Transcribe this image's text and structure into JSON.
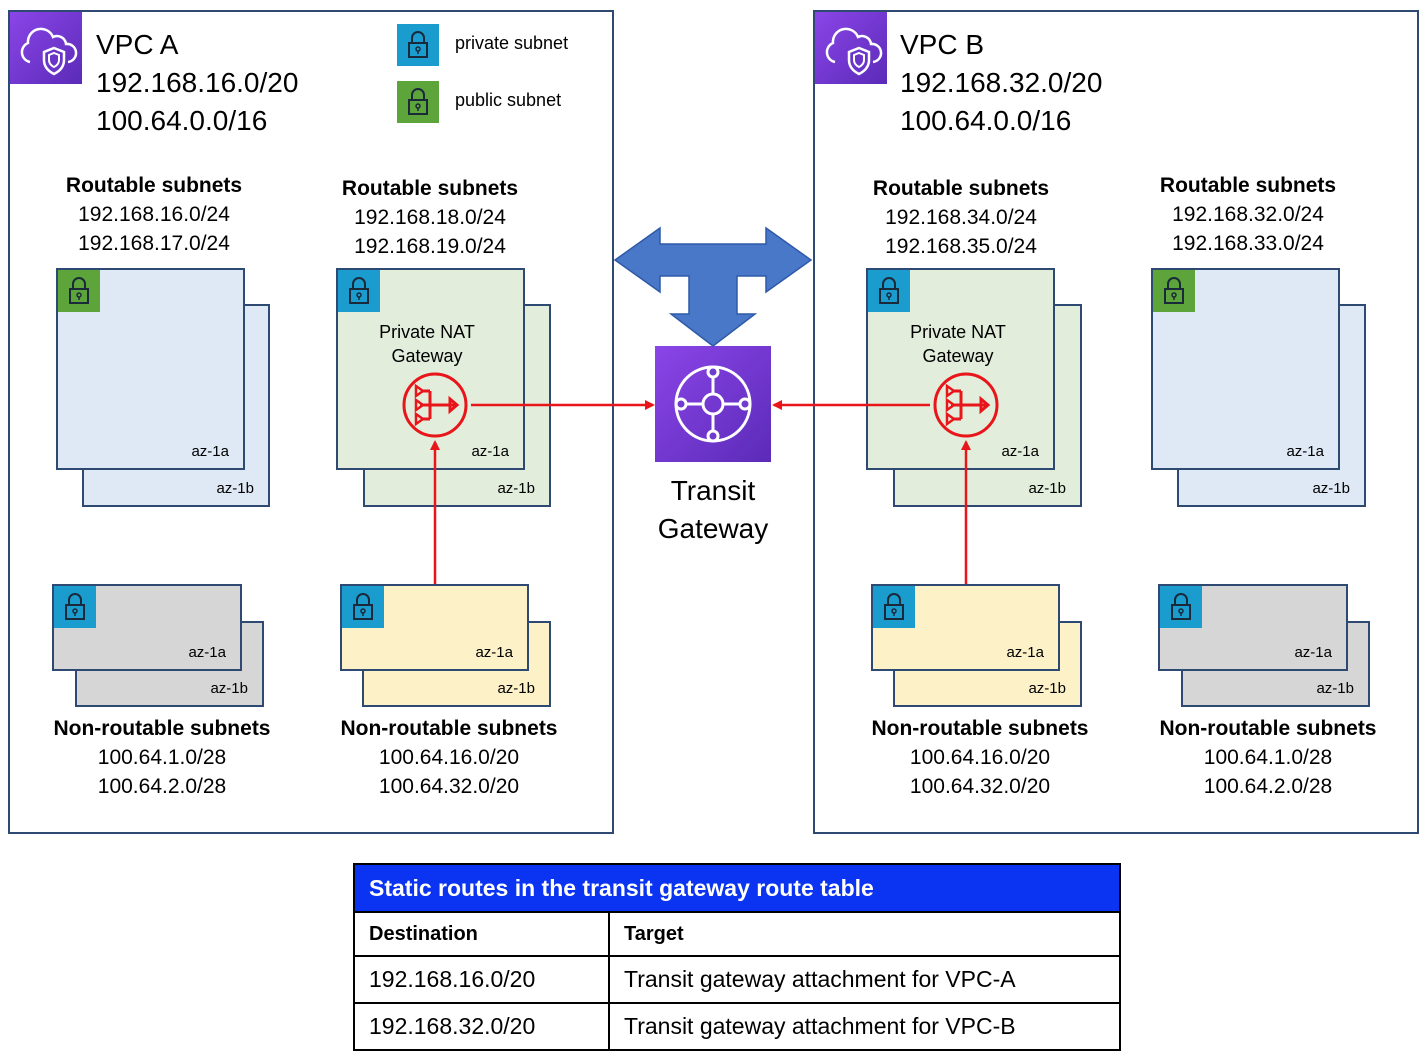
{
  "vpc_a": {
    "name": "VPC A",
    "cidr_primary": "192.168.16.0/20",
    "cidr_secondary": "100.64.0.0/16",
    "public_routable": {
      "title": "Routable subnets",
      "cidrs": [
        "192.168.16.0/24",
        "192.168.17.0/24"
      ]
    },
    "private_routable": {
      "title": "Routable subnets",
      "cidrs": [
        "192.168.18.0/24",
        "192.168.19.0/24"
      ]
    },
    "nonroutable_left": {
      "title": "Non-routable subnets",
      "cidrs": [
        "100.64.1.0/28",
        "100.64.2.0/28"
      ]
    },
    "nonroutable_right": {
      "title": "Non-routable subnets",
      "cidrs": [
        "100.64.16.0/20",
        "100.64.32.0/20"
      ]
    }
  },
  "vpc_b": {
    "name": "VPC B",
    "cidr_primary": "192.168.32.0/20",
    "cidr_secondary": "100.64.0.0/16",
    "private_routable": {
      "title": "Routable subnets",
      "cidrs": [
        "192.168.34.0/24",
        "192.168.35.0/24"
      ]
    },
    "public_routable": {
      "title": "Routable subnets",
      "cidrs": [
        "192.168.32.0/24",
        "192.168.33.0/24"
      ]
    },
    "nonroutable_left": {
      "title": "Non-routable subnets",
      "cidrs": [
        "100.64.16.0/20",
        "100.64.32.0/20"
      ]
    },
    "nonroutable_right": {
      "title": "Non-routable subnets",
      "cidrs": [
        "100.64.1.0/28",
        "100.64.2.0/28"
      ]
    }
  },
  "legend": {
    "private": "private subnet",
    "public": "public subnet"
  },
  "az": {
    "a": "az-1a",
    "b": "az-1b"
  },
  "nat_gateway": {
    "line1": "Private NAT",
    "line2": "Gateway"
  },
  "transit_gateway": {
    "line1": "Transit",
    "line2": "Gateway"
  },
  "route_table": {
    "title": "Static routes in the transit gateway route table",
    "headers": [
      "Destination",
      "Target"
    ],
    "rows": [
      [
        "192.168.16.0/20",
        "Transit gateway attachment for VPC-A"
      ],
      [
        "192.168.32.0/20",
        "Transit gateway attachment for VPC-B"
      ]
    ]
  },
  "colors": {
    "vpc_icon": "#7a3fd6",
    "private_lock": "#1a9ccf",
    "public_lock": "#5da53a",
    "public_subnet_fill": "#dfe9f5",
    "private_subnet_fill": "#e2eedb",
    "nonroutable_private_fill": "#fdf1c8",
    "nonroutable_gray_fill": "#d6d6d6",
    "arrow_red": "#e8151a",
    "blue_arrow": "#4a78c9",
    "table_header": "#0a33f2"
  }
}
